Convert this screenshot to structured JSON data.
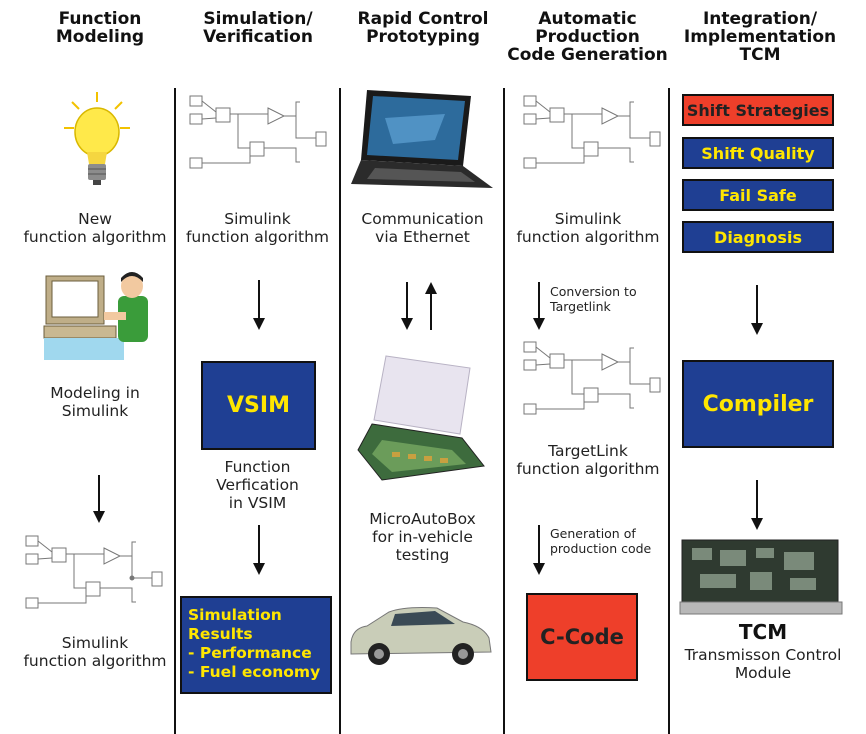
{
  "headers": {
    "col1": "Function\nModeling",
    "col2": "Simulation/\nVerification",
    "col3": "Rapid Control\nPrototyping",
    "col4": "Automatic\nProduction\nCode Generation",
    "col5": "Integration/\nImplementation\nTCM"
  },
  "col1": {
    "new_algo": "New\nfunction algorithm",
    "modeling": "Modeling in\nSimulink",
    "simulink_algo": "Simulink\nfunction algorithm"
  },
  "col2": {
    "simulink_algo": "Simulink\nfunction algorithm",
    "vsim_box": "VSIM",
    "verification": "Function\nVerfication\nin VSIM",
    "results_box": "Simulation\nResults\n- Performance\n- Fuel economy"
  },
  "col3": {
    "communication": "Communication\nvia Ethernet",
    "microautobox": "MicroAutoBox\nfor in-vehicle\ntesting"
  },
  "col4": {
    "simulink_algo": "Simulink\nfunction algorithm",
    "conversion": "Conversion to\nTargetlink",
    "targetlink_algo": "TargetLink\nfunction algorithm",
    "generation": "Generation of\nproduction code",
    "ccode_box": "C-Code"
  },
  "col5": {
    "tags": [
      "Shift Strategies",
      "Shift Quality",
      "Fail Safe",
      "Diagnosis"
    ],
    "compiler_box": "Compiler",
    "tcm_title": "TCM",
    "tcm_sub": "Transmisson Control\nModule"
  },
  "colors": {
    "blue": "#1f3f93",
    "red": "#ee3f2a",
    "yellow_text": "#ffe600"
  }
}
